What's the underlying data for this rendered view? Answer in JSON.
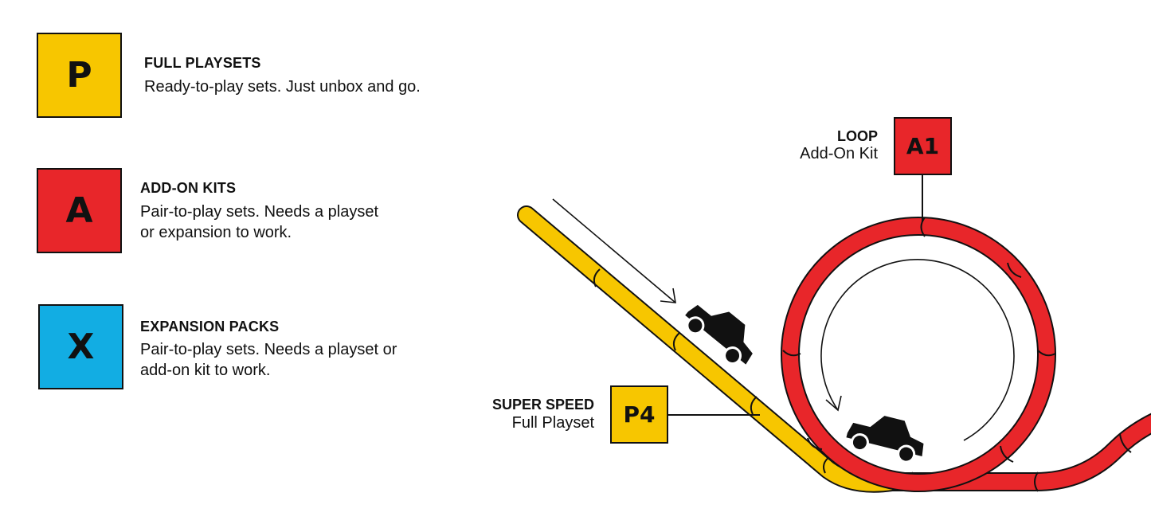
{
  "colors": {
    "playset": "#F7C600",
    "addon": "#E8262A",
    "expansion": "#12ADE3",
    "ink": "#111111"
  },
  "legend": [
    {
      "letter": "P",
      "title": "FULL PLAYSETS",
      "description": "Ready-to-play sets. Just unbox and go."
    },
    {
      "letter": "A",
      "title": "ADD-ON KITS",
      "description": "Pair-to-play sets. Needs a playset or expansion to work."
    },
    {
      "letter": "X",
      "title": "EXPANSION PACKS",
      "description": "Pair-to-play sets. Needs a playset or add-on kit to work."
    }
  ],
  "callouts": {
    "loop": {
      "code": "A1",
      "title": "LOOP",
      "type": "Add-On Kit"
    },
    "super_speed": {
      "code": "P4",
      "title": "SUPER SPEED",
      "type": "Full Playset"
    }
  },
  "icons": [
    "car-icon",
    "arrow-icon"
  ]
}
